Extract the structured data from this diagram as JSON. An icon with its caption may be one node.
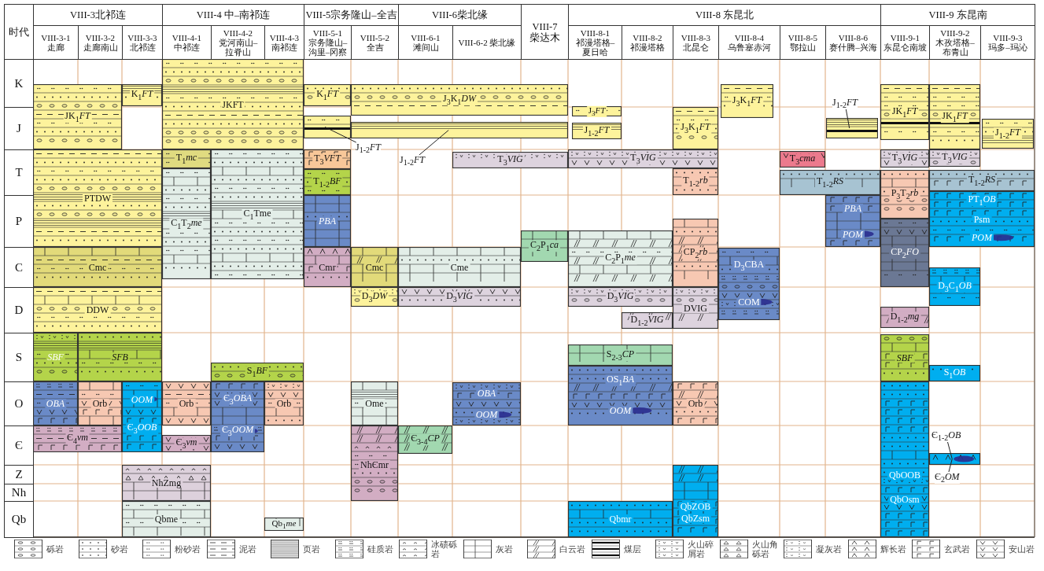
{
  "diagram": {
    "nodes": [
      {
        "text": [
          "JK$_{1}$*FT*"
        ]
      },
      {
        "text": [
          "K$_{1}$*FT*"
        ]
      },
      {
        "text": [
          "JKFT"
        ]
      },
      {
        "text": [
          "K$_{1}$*FT*"
        ]
      },
      {
        "text": [],
        "shape": "box"
      },
      {
        "text": [
          "J$_{3}$K$_{1}$*DW*"
        ]
      },
      {
        "text": [],
        "shape": "box"
      },
      {
        "text": [
          "J$_{3}$*FT*"
        ]
      },
      {
        "text": [
          "J$_{1-2}$*FT*"
        ]
      },
      {
        "text": [
          "J$_{3}$K$_{1}$*FT*"
        ]
      },
      {
        "text": [
          "J$_{3}$K$_{1}$*FT*"
        ]
      },
      {
        "text": [
          "J$_{1-2}$*FT*"
        ]
      },
      {
        "text": [],
        "shape": "box"
      },
      {
        "text": [
          "JK$_{1}$*FT*"
        ]
      },
      {
        "text": [
          "JK$_{1}$*FT*"
        ]
      },
      {
        "text": [
          "J$_{1-2}$*FT*"
        ]
      },
      {
        "text": [
          "J$_{1-2}$*FT*"
        ]
      },
      {
        "text": [
          "J$_{1-2}$*FT*"
        ]
      },
      {
        "text": [
          "PTDW"
        ]
      },
      {
        "text": [
          "T$_{1}$*mc*"
        ]
      },
      {
        "text": [
          "C$_{1}$T$_{2}$*me*"
        ]
      },
      {
        "text": [
          "C$_{1}$Tme"
        ]
      },
      {
        "text": [
          "T$_{3}$*VFT*"
        ]
      },
      {
        "text": [
          "T$_{1-2}$*BF*"
        ]
      },
      {
        "text": [
          "*PBA*"
        ]
      },
      {
        "text": [
          "T$_{3}$*VIG*"
        ]
      },
      {
        "text": [
          "T$_{3}$*VIG*"
        ]
      },
      {
        "text": [
          "T$_{1-2}$*rb*"
        ]
      },
      {
        "text": [
          "T$_{3}$*cma*"
        ]
      },
      {
        "text": [
          "T$_{1-2}$*RS*"
        ]
      },
      {
        "text": [
          "*PBA*",
          "*POM*"
        ]
      },
      {
        "text": [
          "T$_{3}$*VIG*"
        ]
      },
      {
        "text": [
          "T$_{3}$*VIG*"
        ]
      },
      {
        "text": [
          "P$_{3}$T$_{2}$*rb*"
        ]
      },
      {
        "text": [
          "T$_{1-2}$*RS*"
        ]
      },
      {
        "text": [
          "PT$_{1}$*OB*",
          "Psm",
          "*POM*"
        ]
      },
      {
        "text": [
          "CP$_{2}$*FO*"
        ]
      },
      {
        "text": [
          "C$_{2}$P$_{1}$*ca*"
        ]
      },
      {
        "text": [
          "C$_{2}$P$_{1}$*me*"
        ]
      },
      {
        "text": [
          "CP$_{2}$*rb*"
        ]
      },
      {
        "text": [
          "D$_{3}$CBA",
          "COM"
        ]
      },
      {
        "text": [
          "Cmc"
        ]
      },
      {
        "text": [
          "Cmr"
        ]
      },
      {
        "text": [
          "Cmc"
        ]
      },
      {
        "text": [
          "Cme"
        ]
      },
      {
        "text": [
          "D$_{3}$C$_{1}$*OB*"
        ]
      },
      {
        "text": [
          "DDW"
        ]
      },
      {
        "text": [
          "D$_{3}$*DW*"
        ]
      },
      {
        "text": [
          "D$_{3}$*VIG*"
        ]
      },
      {
        "text": [
          "D$_{3}$*VIG*"
        ]
      },
      {
        "text": [
          "DVIG"
        ]
      },
      {
        "text": [
          "D$_{1-2}$*VIG*"
        ]
      },
      {
        "text": [
          "D$_{1-2}$*mg*"
        ]
      },
      {
        "text": [
          "*SBF*"
        ]
      },
      {
        "text": [
          "*SFB*"
        ]
      },
      {
        "text": [
          "S$_{1}$*BF*"
        ]
      },
      {
        "text": [
          "S$_{2-3}$*CP*"
        ]
      },
      {
        "text": [
          "*SBF*"
        ]
      },
      {
        "text": [
          "S$_{1}$*OB*"
        ]
      },
      {
        "text": [
          "*OBA*"
        ]
      },
      {
        "text": [
          "Orb"
        ]
      },
      {
        "text": [
          "*OOM*",
          "Є$_{3}$*OOB*"
        ]
      },
      {
        "text": [
          "Orb"
        ]
      },
      {
        "text": [
          "Є$_{3}$*OBA*",
          "Є$_{3}$*OOM*"
        ]
      },
      {
        "text": [
          "Orb"
        ]
      },
      {
        "text": [
          "Ome"
        ]
      },
      {
        "text": [
          "*OBA*",
          "*OOM*"
        ]
      },
      {
        "text": [
          "OS$_{1}$*BA*",
          "*OOM*"
        ]
      },
      {
        "text": [
          "Orb"
        ]
      },
      {
        "text": [
          "QbOOB",
          "QbOsm"
        ]
      },
      {
        "text": [
          "Є$_{4}$*vm*"
        ]
      },
      {
        "text": [
          "Є$_{3}$*vm*"
        ]
      },
      {
        "text": [
          "NhЄmr"
        ]
      },
      {
        "text": [
          "Є$_{3-4}$*CP*"
        ]
      },
      {
        "text": [
          "Є$_{1-2}$*OB*"
        ]
      },
      {
        "text": [],
        "shape": "box"
      },
      {
        "text": [
          "Є$_{2}$*OM*"
        ]
      },
      {
        "text": [
          "NhZmg"
        ]
      },
      {
        "text": [
          "QbZOB",
          "QbZsm"
        ]
      },
      {
        "text": [
          "Qbme"
        ]
      },
      {
        "text": [
          "Qb$_{1}$*me*"
        ]
      },
      {
        "text": [
          "Qbmr"
        ]
      }
    ],
    "edges": [
      {
        "from": 11,
        "to": 12,
        "arrow": "none"
      },
      {
        "from": 16,
        "to": 4,
        "arrow": "none"
      },
      {
        "from": 17,
        "to": 6,
        "arrow": "none"
      },
      {
        "from": 74,
        "to": 75,
        "arrow": "none"
      },
      {
        "from": 76,
        "to": 75,
        "arrow": "none"
      }
    ],
    "labels": [
      "时代",
      "VIII-3北祁连",
      "VIII-4 中–南祁连",
      "VIII-5宗务隆山–全吉",
      "VIII-6柴北缘",
      "VIII-7 柴达木",
      "VIII-8 东昆北",
      "VIII-9 东昆南",
      "VIII-3-1 走廊",
      "VIII-3-2 走廊南山",
      "VIII-3-3 北祁连",
      "VIII-4-1 中祁连",
      "VIII-4-2 党河南山–拉脊山",
      "VIII-4-3 南祁连",
      "VIII-5-1 宗务隆山–沟里–冈察",
      "VIII-5-2 全吉",
      "VIII-6-1 滩间山",
      "VIII-6-2 柴北缘",
      "VIII-8-1 祁漫塔格–夏日哈",
      "VIII-8-2 祁漫塔格",
      "VIII-8-3 北昆仑",
      "VIII-8-4 乌鲁塞赤河",
      "VIII-8-5 鄂拉山",
      "VIII-8-6 赛什腾–兴海",
      "VIII-9-1 东昆仑南坡",
      "VIII-9-2 木孜塔格–布青山",
      "VIII-9-3 玛多–玛沁",
      "K",
      "J",
      "T",
      "P",
      "C",
      "D",
      "S",
      "O",
      "Є",
      "Z",
      "Nh",
      "Qb"
    ],
    "legend": [
      {
        "text": "砾岩"
      },
      {
        "text": "砂岩"
      },
      {
        "text": "粉砂岩"
      },
      {
        "text": "泥岩"
      },
      {
        "text": "页岩"
      },
      {
        "text": "硅质岩"
      },
      {
        "text": "冰碛砾岩"
      },
      {
        "text": "灰岩"
      },
      {
        "text": "白云岩"
      },
      {
        "text": "煤层"
      },
      {
        "text": "火山碎屑岩"
      },
      {
        "text": "火山角砾岩"
      },
      {
        "text": "凝灰岩"
      },
      {
        "text": "辉长岩"
      },
      {
        "text": "玄武岩"
      },
      {
        "text": "安山岩"
      }
    ]
  }
}
